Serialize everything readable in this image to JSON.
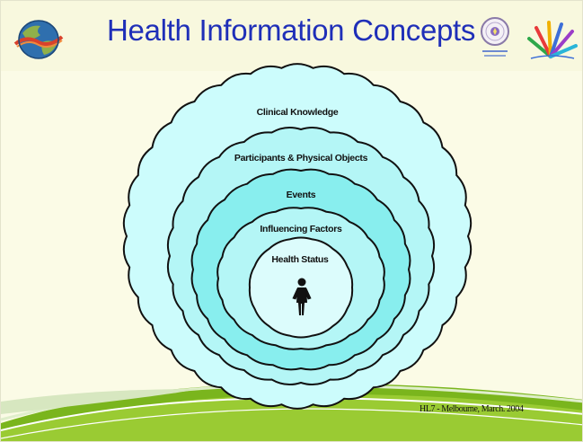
{
  "slide": {
    "title": "Health Information Concepts",
    "footer": "HL7 - Melbourne, March. 2004"
  },
  "diagram": {
    "rings": [
      {
        "label": "Clinical Knowledge",
        "fill": "#ccfcfc"
      },
      {
        "label": "Participants & Physical Objects",
        "fill": "#b4f6f6"
      },
      {
        "label": "Events",
        "fill": "#88eeee"
      },
      {
        "label": "Influencing Factors",
        "fill": "#b4f6f6"
      },
      {
        "label": "Health Status",
        "fill": "#dcfcfc"
      }
    ],
    "center_icon": "person-icon"
  },
  "colors": {
    "title": "#1f2fb8",
    "background": "#fbfbe6",
    "ring_outline": "#111111",
    "swoosh_green": "#7ab51d"
  },
  "icons": [
    "globe-logo",
    "seal-logo",
    "fan-logo",
    "person-icon"
  ]
}
